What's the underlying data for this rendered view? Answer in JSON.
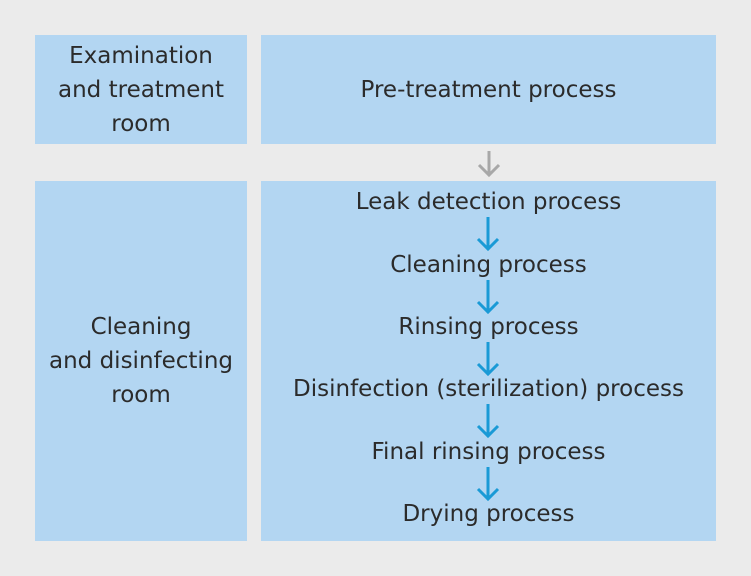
{
  "rooms": {
    "examination": "Examination and treatment room",
    "cleaning": "Cleaning and disinfecting room"
  },
  "room_lines": {
    "examination": [
      "Examination",
      "and treatment",
      "room"
    ],
    "cleaning": [
      "Cleaning",
      "and disinfecting",
      "room"
    ]
  },
  "pre_treatment": "Pre-treatment process",
  "steps": [
    "Leak detection process",
    "Cleaning process",
    "Rinsing process",
    "Disinfection (sterilization) process",
    "Final rinsing process",
    "Drying process"
  ],
  "colors": {
    "box_fill": "#b3d6f2",
    "background": "#ebebeb",
    "gray_arrow": "#a8a8a8",
    "blue_arrow": "#1a9ad6"
  }
}
